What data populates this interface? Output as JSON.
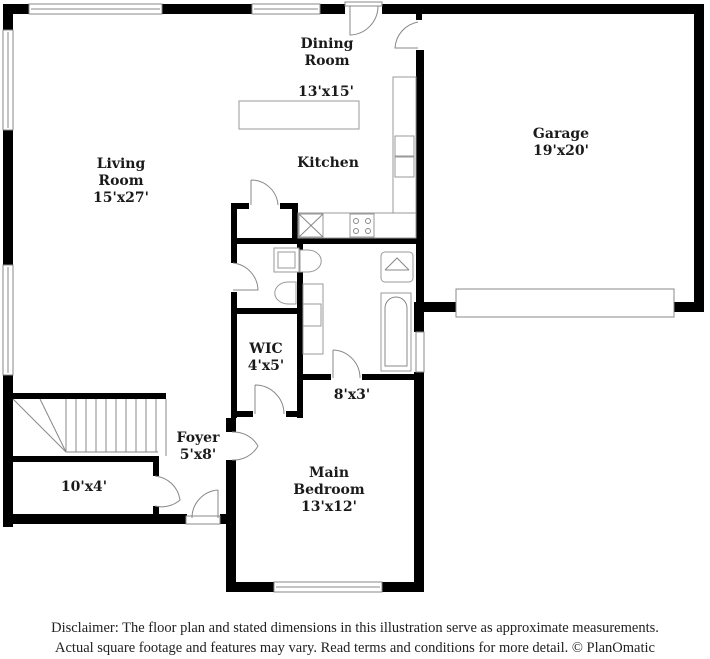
{
  "rooms": {
    "dining": {
      "name_line1": "Dining",
      "name_line2": "Room",
      "dims": "13'x15'"
    },
    "kitchen": {
      "name": "Kitchen"
    },
    "living": {
      "name_line1": "Living",
      "name_line2": "Room",
      "dims": "15'x27'"
    },
    "garage": {
      "name": "Garage",
      "dims": "19'x20'"
    },
    "wic": {
      "name": "WIC",
      "dims": "4'x5'"
    },
    "bath": {
      "dims": "8'x3'"
    },
    "foyer": {
      "name": "Foyer",
      "dims": "5'x8'"
    },
    "storage": {
      "dims": "10'x4'"
    },
    "main_bedroom": {
      "name_line1": "Main",
      "name_line2": "Bedroom",
      "dims": "13'x12'"
    }
  },
  "disclaimer": {
    "line1": "Disclaimer: The floor plan and stated dimensions in this illustration serve as approximate measurements.",
    "line2": "Actual square footage and features may vary. Read terms and conditions for more detail. © PlanOmatic"
  },
  "colors": {
    "wall": "#000000",
    "background": "#ffffff",
    "fixture_stroke": "#999999"
  }
}
